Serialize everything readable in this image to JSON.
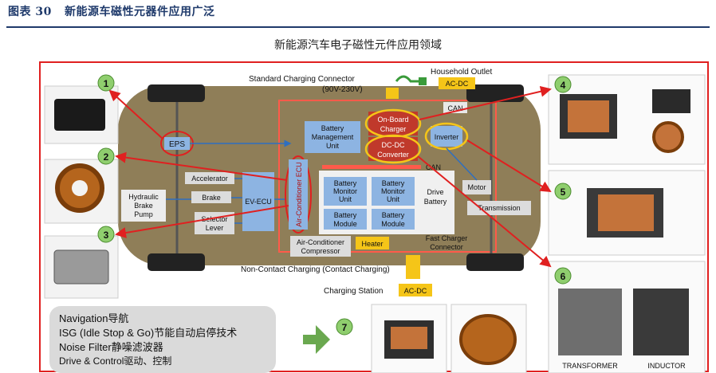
{
  "header": {
    "figure_number": "图表 30",
    "title": "新能源车磁性元器件应用广泛"
  },
  "diagram": {
    "title": "新能源汽车电子磁性元件应用领域",
    "top_labels": {
      "standard_connector": "Standard Charging Connector",
      "voltage": "(90V-230V)",
      "household_outlet": "Household Outlet",
      "acdc": "AC-DC",
      "can": "CAN"
    },
    "blocks": {
      "eps": "EPS",
      "accelerator": "Accelerator",
      "brake": "Brake",
      "hydraulic_l1": "Hydraulic",
      "hydraulic_l2": "Brake",
      "hydraulic_l3": "Pump",
      "selector_l1": "Selector",
      "selector_l2": "Lever",
      "ev_ecu": "EV-ECU",
      "ac_ecu": "Air-Conditioner ECU",
      "bmu_l1": "Battery",
      "bmu_l2": "Management",
      "bmu_l3": "Unit",
      "obc_l1": "On-Board",
      "obc_l2": "Charger",
      "dcdc_l1": "DC-DC",
      "dcdc_l2": "Converter",
      "inverter": "Inverter",
      "can_inner": "CAN",
      "bmon_l1": "Battery",
      "bmon_l2": "Monitor",
      "bmon_l3": "Unit",
      "bmod_l1": "Battery",
      "bmod_l2": "Module",
      "drive_l1": "Drive",
      "drive_l2": "Battery",
      "motor": "Motor",
      "transmission": "Transmission",
      "heater": "Heater",
      "fast_l1": "Fast Charger",
      "fast_l2": "Connector",
      "acc_l1": "Air-Conditioner",
      "acc_l2": "Compressor"
    },
    "bottom_labels": {
      "non_contact": "Non-Contact Charging (Contact Charging)",
      "station": "Charging Station",
      "acdc": "AC-DC"
    },
    "numbers": [
      "1",
      "2",
      "3",
      "4",
      "5",
      "6",
      "7"
    ],
    "applications": [
      "Navigation导航",
      "ISG (Idle Stop & Go)节能自动启停技术",
      "Noise Filter静噪滤波器",
      "Drive & Control驱动、控制"
    ],
    "captions": {
      "transformer": "TRANSFORMER",
      "inductor": "INDUCTOR"
    },
    "colors": {
      "accent_red": "#e02020",
      "block_blue": "#8db4e2",
      "chassis": "#8f7e58",
      "yellow": "#f5c518",
      "arrow_green": "#6aa84f"
    }
  }
}
